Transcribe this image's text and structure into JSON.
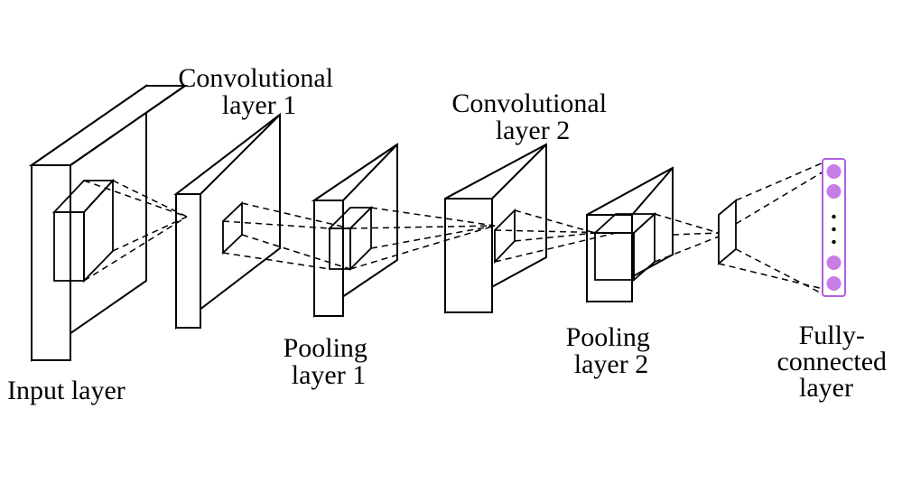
{
  "labels": {
    "input": [
      "Input layer"
    ],
    "conv1": [
      "Convolutional",
      "layer 1"
    ],
    "pool1": [
      "Pooling",
      "layer 1"
    ],
    "conv2": [
      "Convolutional",
      "layer 2"
    ],
    "pool2": [
      "Pooling",
      "layer 2"
    ],
    "fc": [
      "Fully-",
      "connected",
      "layer"
    ]
  },
  "fc_node_color": "#c77ce6",
  "fc_border_color": "#b060e0"
}
